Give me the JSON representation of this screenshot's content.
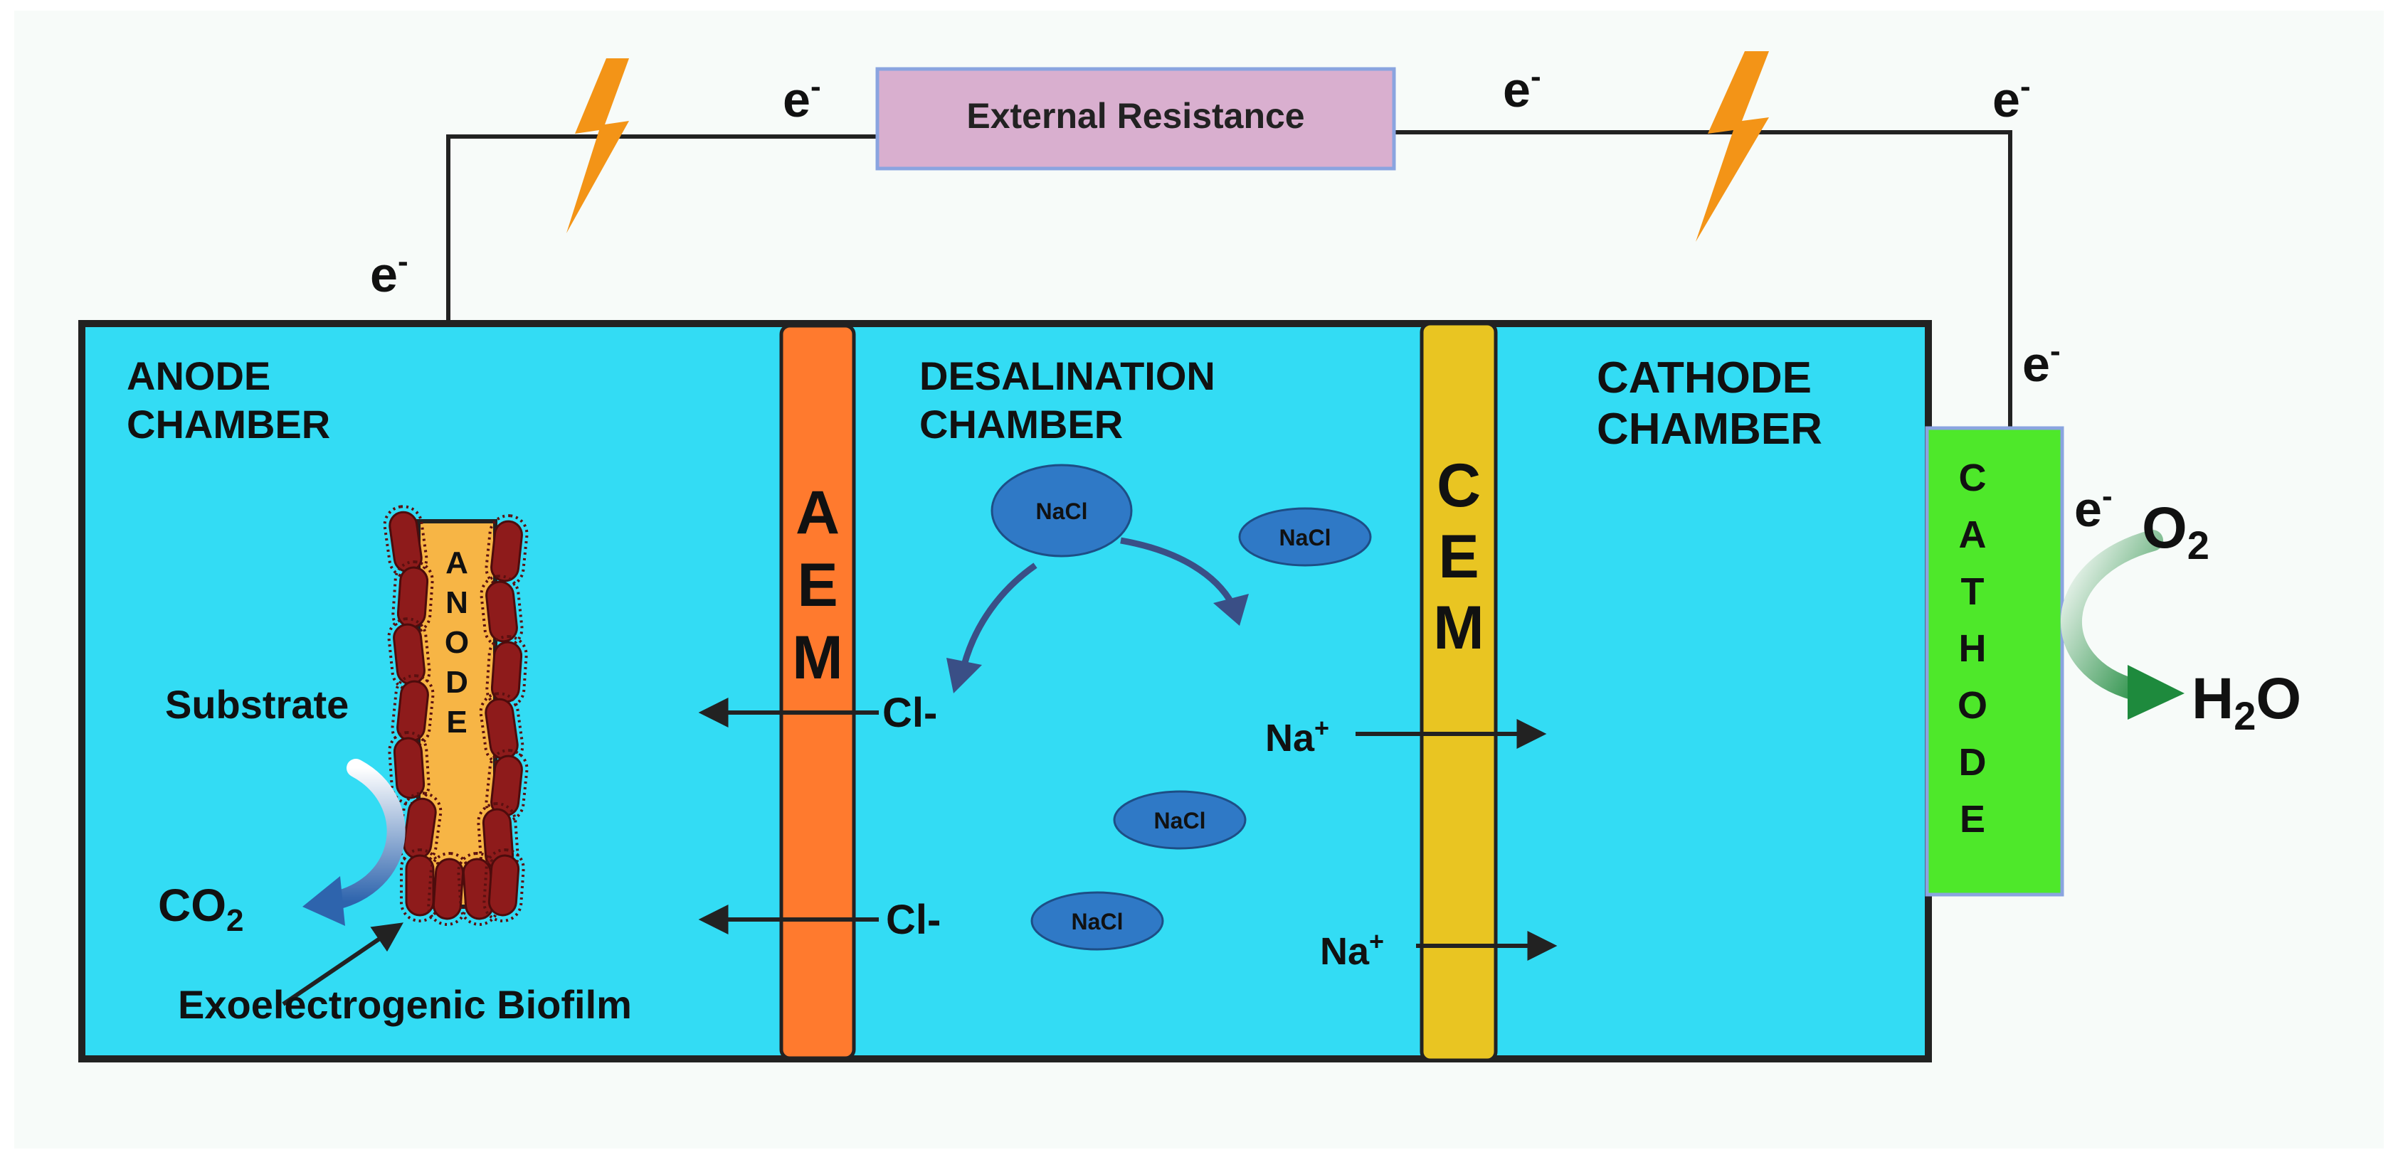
{
  "circuit": {
    "resistor_label": "External Resistance",
    "electron_base": "e",
    "electron_sup": "-"
  },
  "chambers": {
    "anode": {
      "line1": "ANODE",
      "line2": "CHAMBER"
    },
    "desalination": {
      "line1": "DESALINATION",
      "line2": "CHAMBER"
    },
    "cathode": {
      "line1": "CATHODE",
      "line2": "CHAMBER"
    }
  },
  "membranes": {
    "aem": [
      "A",
      "E",
      "M"
    ],
    "cem": [
      "C",
      "E",
      "M"
    ]
  },
  "electrodes": {
    "anode_letters": [
      "A",
      "N",
      "O",
      "D",
      "E"
    ],
    "cathode_letters": [
      "C",
      "A",
      "T",
      "H",
      "O",
      "D",
      "E"
    ]
  },
  "labels": {
    "substrate": "Substrate",
    "co2_base": "CO",
    "co2_sub": "2",
    "biofilm": "Exoelectrogenic Biofilm",
    "nacl": "NaCl",
    "chloride": "Cl-",
    "sodium_base": "Na",
    "sodium_sup": "+",
    "o2_base": "O",
    "o2_sub": "2",
    "water_h": "H",
    "water_sub": "2",
    "water_o": "O"
  },
  "colors": {
    "chamber_fill": "#33dcf4",
    "aem": "#ff7a2e",
    "cem": "#e9c522",
    "cathode_electrode": "#4ee82a",
    "anode_electrode": "#f7b545",
    "biofilm": "#8e1b1b",
    "resistor_fill": "#d9afcf",
    "resistor_border": "#8aa4e0",
    "bolt": "#f39417",
    "nacl_fill": "#2f79c6",
    "curve_arrow": "#3a4f86",
    "co2_arrow": "#2e64ad",
    "water_arrow": "#1e8a3d"
  }
}
